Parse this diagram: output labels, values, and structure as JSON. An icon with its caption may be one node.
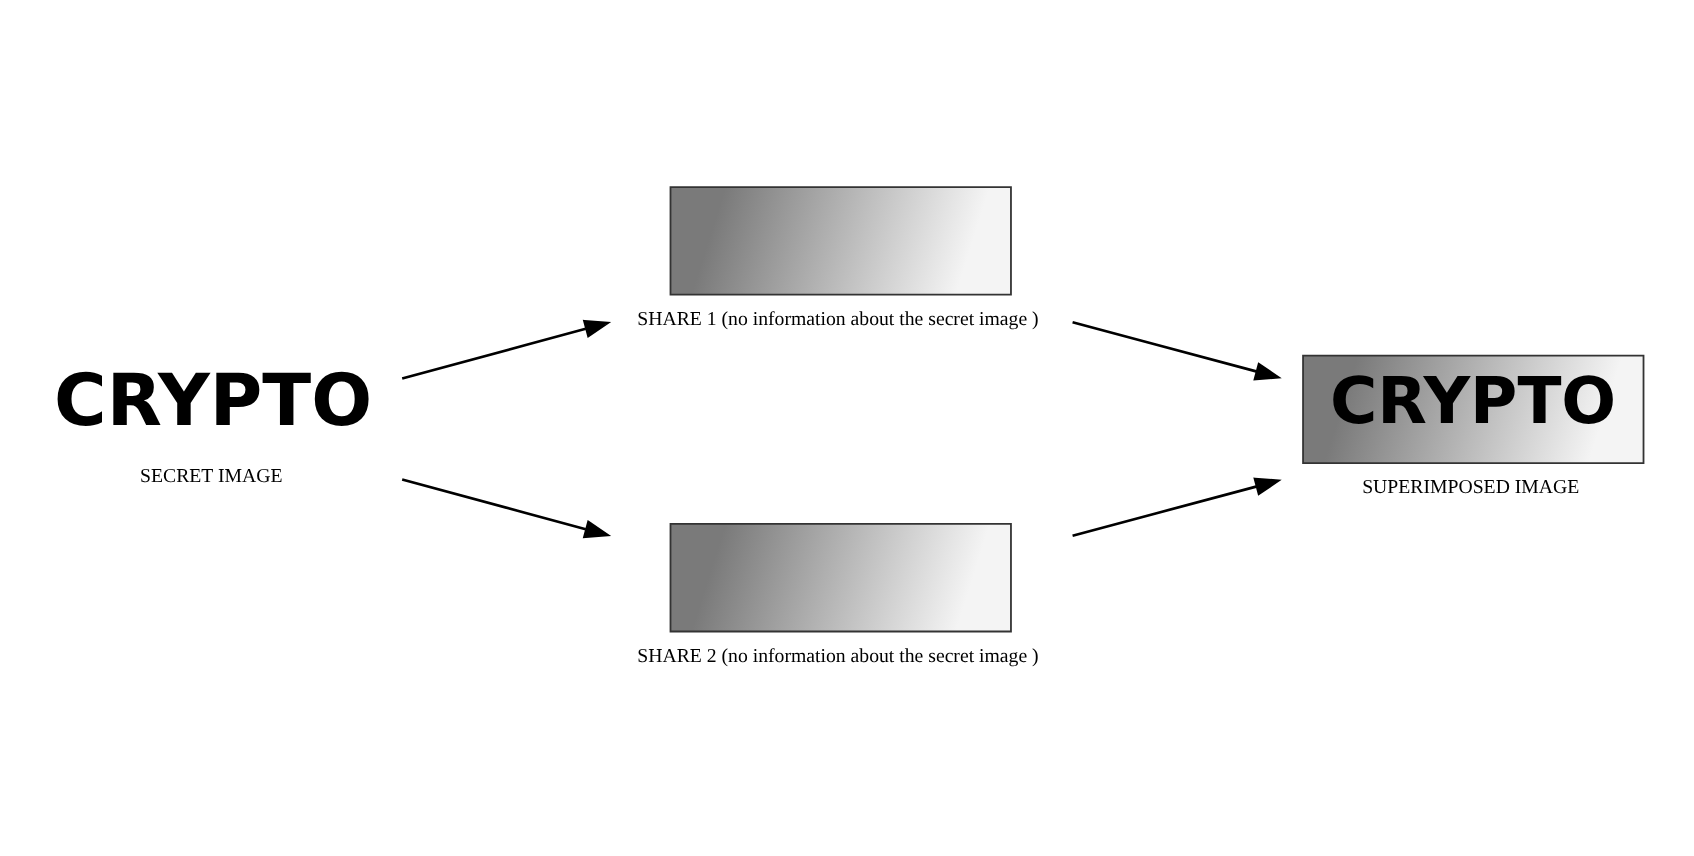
{
  "diagram": {
    "nodes": [
      {
        "text": [
          "CRYPTO"
        ],
        "beside": [
          "SECRET IMAGE"
        ]
      },
      {
        "text": [],
        "shape": "box",
        "beside": [
          "SHARE 1 (no information about the secret image )"
        ]
      },
      {
        "text": [],
        "shape": "box",
        "beside": [
          "SHARE 2 (no information about the secret image )"
        ]
      },
      {
        "text": [
          "CRYPTO"
        ],
        "beside": [
          "SUPERIMPOSED IMAGE"
        ]
      }
    ],
    "edges": [
      {
        "from": 0,
        "to": 1,
        "arrow": "to"
      },
      {
        "from": 1,
        "to": 3,
        "arrow": "to"
      },
      {
        "from": 0,
        "to": 2,
        "arrow": "to"
      },
      {
        "from": 2,
        "to": 3,
        "arrow": "to"
      }
    ]
  }
}
